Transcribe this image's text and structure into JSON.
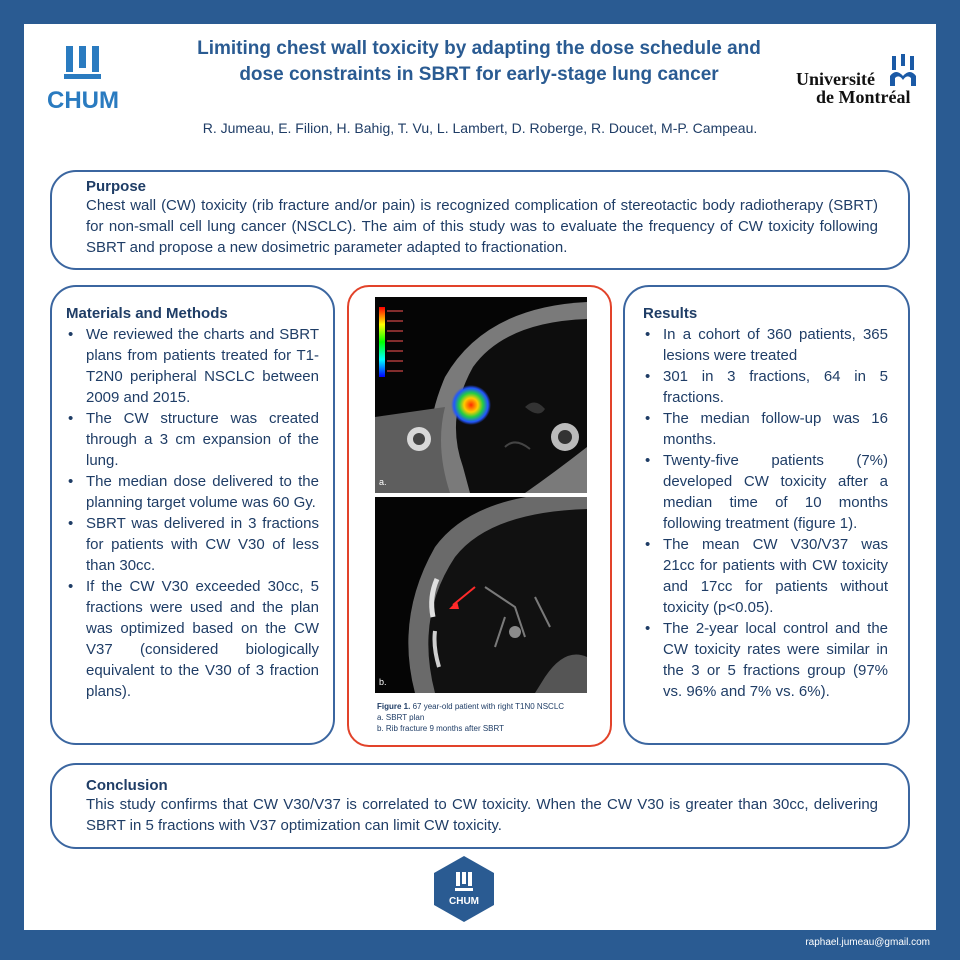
{
  "header": {
    "title_line1": "Limiting chest wall toxicity by adapting the dose schedule and",
    "title_line2": "dose constraints in SBRT for early-stage lung cancer",
    "authors": "R. Jumeau, E. Filion, H. Bahig, T. Vu, L. Lambert, D. Roberge, R. Doucet, M-P. Campeau.",
    "logo_left": "CHUM",
    "logo_right_line1": "Université",
    "logo_right_line2": "de Montréal"
  },
  "purpose": {
    "heading": "Purpose",
    "text": "Chest wall (CW) toxicity (rib fracture and/or pain) is recognized complication of stereotactic body radiotherapy (SBRT) for non-small cell lung cancer (NSCLC). The aim of this study was to evaluate the frequency of CW toxicity following SBRT and propose a new dosimetric parameter adapted to fractionation."
  },
  "methods": {
    "heading": "Materials and Methods",
    "items": [
      "We reviewed the charts and SBRT plans from patients treated for T1-T2N0 peripheral NSCLC between 2009 and 2015.",
      "The CW structure was created through a 3 cm expansion of the lung.",
      "The median dose delivered to the planning target volume was 60 Gy.",
      "SBRT was delivered in 3 fractions for patients with CW V30 of less than 30cc.",
      "If the CW V30 exceeded 30cc, 5 fractions were used and the plan was optimized based on the CW V37 (considered biologically equivalent to the V30 of 3 fraction plans)."
    ]
  },
  "figure": {
    "label_a": "a.",
    "label_b": "b.",
    "caption_title": "Figure 1.",
    "caption_text": " 67 year-old patient with right T1N0 NSCLC",
    "caption_a": "a.    SBRT plan",
    "caption_b": "b.    Rib fracture 9 months after SBRT"
  },
  "results": {
    "heading": "Results",
    "items": [
      "In a cohort of 360 patients, 365 lesions were treated",
      "301 in 3 fractions, 64 in 5 fractions.",
      "The median follow-up was 16 months.",
      "Twenty-five patients (7%) developed CW toxicity after a median time of 10 months following treatment (figure 1).",
      "The mean CW V30/V37 was 21cc for patients with CW toxicity and 17cc for patients without toxicity (p<0.05).",
      "The 2-year local control and the CW toxicity rates were similar in the 3 or 5 fractions group (97% vs. 96% and 7% vs. 6%)."
    ]
  },
  "conclusion": {
    "heading": "Conclusion",
    "text": "This study confirms that CW V30/V37 is correlated to CW toxicity. When the CW V30 is greater than 30cc, delivering SBRT in 5 fractions with V37 optimization can limit CW toxicity."
  },
  "footer": {
    "badge_text": "CHUM",
    "email": "raphael.jumeau@gmail.com"
  },
  "colors": {
    "brand_blue": "#2a5b92",
    "text_blue": "#1f3d66",
    "figure_border": "#e2432a"
  }
}
